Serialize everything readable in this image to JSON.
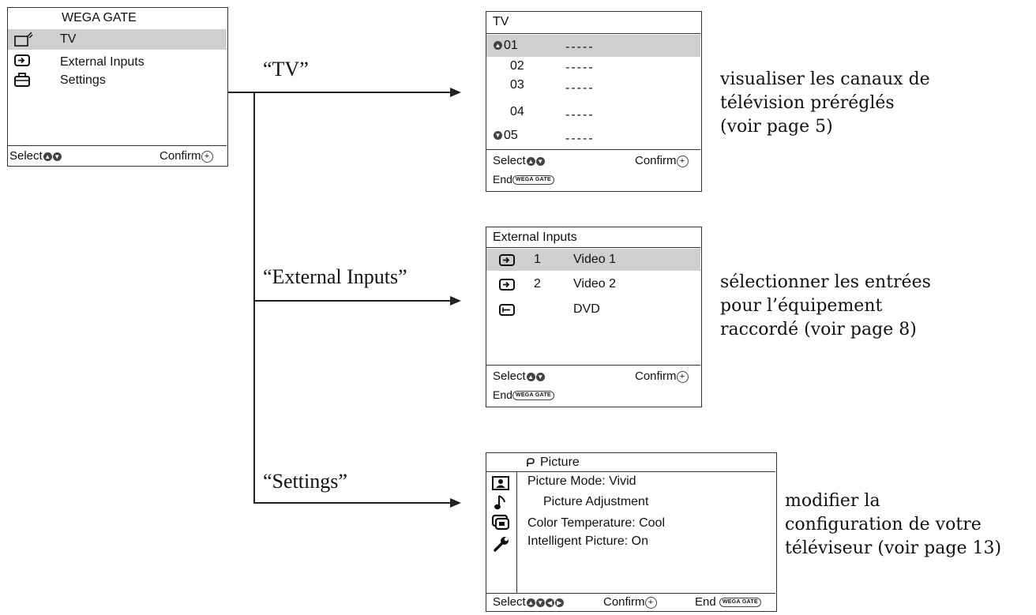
{
  "main_menu": {
    "title": "WEGA GATE",
    "items": [
      {
        "label": "TV",
        "icon": "tv-icon"
      },
      {
        "label": "External Inputs",
        "icon": "input-icon"
      },
      {
        "label": "Settings",
        "icon": "toolbox-icon"
      }
    ],
    "footer": {
      "select": "Select",
      "confirm": "Confirm"
    }
  },
  "connectors": {
    "tv": "“TV”",
    "external": "“External Inputs”",
    "settings": "“Settings”"
  },
  "tv_menu": {
    "title": "TV",
    "channels": [
      {
        "num": "01",
        "name": "-----"
      },
      {
        "num": "02",
        "name": "-----"
      },
      {
        "num": "03",
        "name": "-----"
      },
      {
        "num": "04",
        "name": "-----"
      },
      {
        "num": "05",
        "name": "-----"
      }
    ],
    "footer": {
      "select": "Select",
      "confirm": "Confirm",
      "end": "End",
      "end_button": "WEGA GATE"
    }
  },
  "external_menu": {
    "title": "External Inputs",
    "items": [
      {
        "num": "1",
        "label": "Video 1"
      },
      {
        "num": "2",
        "label": "Video 2"
      },
      {
        "num": "",
        "label": "DVD"
      }
    ],
    "footer": {
      "select": "Select",
      "confirm": "Confirm",
      "end": "End",
      "end_button": "WEGA GATE"
    }
  },
  "settings_menu": {
    "title": "Picture",
    "items": [
      "Picture Mode: Vivid",
      "Picture Adjustment",
      "Color Temperature: Cool",
      "Intelligent Picture: On"
    ],
    "footer": {
      "select": "Select",
      "confirm": "Confirm",
      "end": "End",
      "end_button": "WEGA GATE"
    }
  },
  "descriptions": {
    "tv": [
      "visualiser les canaux de",
      "télévision préréglés",
      "(voir page 5)"
    ],
    "external": [
      "sélectionner les entrées",
      "pour l’équipement",
      "raccordé (voir page 8)"
    ],
    "settings": [
      "modifier la",
      "configuration de votre",
      "téléviseur (voir page 13)"
    ]
  }
}
